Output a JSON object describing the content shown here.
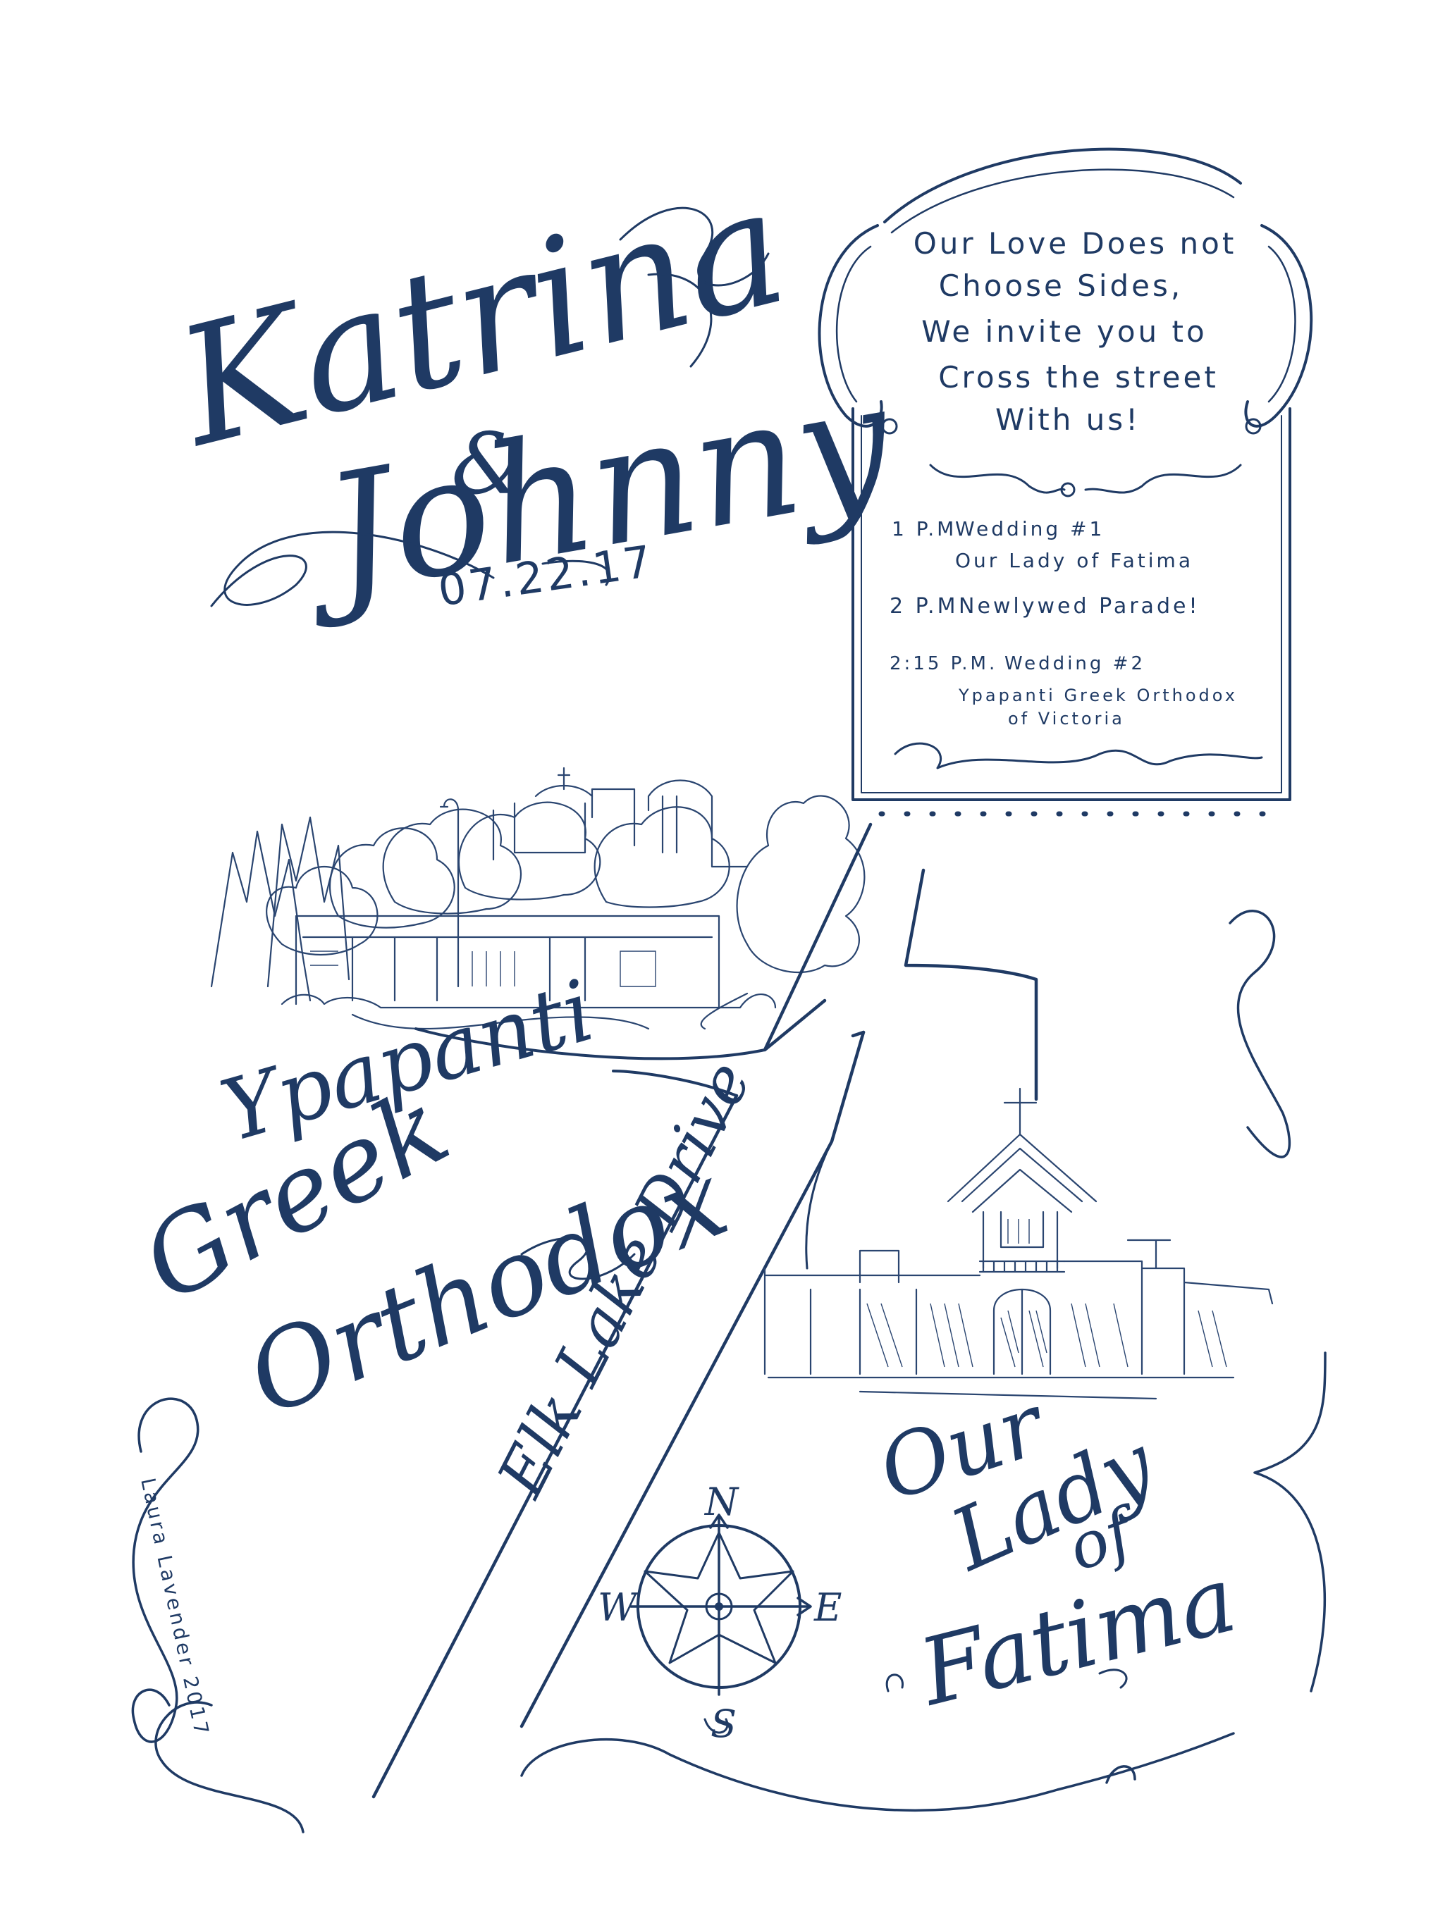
{
  "couple": {
    "bride": "Katrina",
    "ampersand": "&",
    "groom": "Johnny",
    "date": "07.22.17"
  },
  "invitation": {
    "message_lines": [
      "Our Love Does not",
      "Choose Sides,",
      "We invite you to",
      "Cross the street",
      "With us!"
    ],
    "schedule": [
      {
        "time": "1 P.M",
        "event": "Wedding #1",
        "detail": "Our Lady of Fatima"
      },
      {
        "time": "2 P.M",
        "event": "Newlywed Parade!",
        "detail": ""
      },
      {
        "time": "2:15 P.M.",
        "event": "Wedding #2",
        "detail": "Ypapanti Greek Orthodox",
        "detail2": "of Victoria"
      }
    ]
  },
  "map": {
    "road_label": "Elk Lake Drive",
    "church_left": {
      "line1": "Ypapanti",
      "line2": "Greek",
      "line3": "Orthodox"
    },
    "church_right": {
      "line1": "Our",
      "line2": "Lady",
      "line3": "of",
      "line4": "Fatima"
    },
    "compass": {
      "north": "N",
      "west": "W",
      "east": "E",
      "south": "S"
    }
  },
  "signature": "Laura Lavender 2017",
  "colors": {
    "ink": "#1f3a64",
    "paper": "#ffffff"
  }
}
